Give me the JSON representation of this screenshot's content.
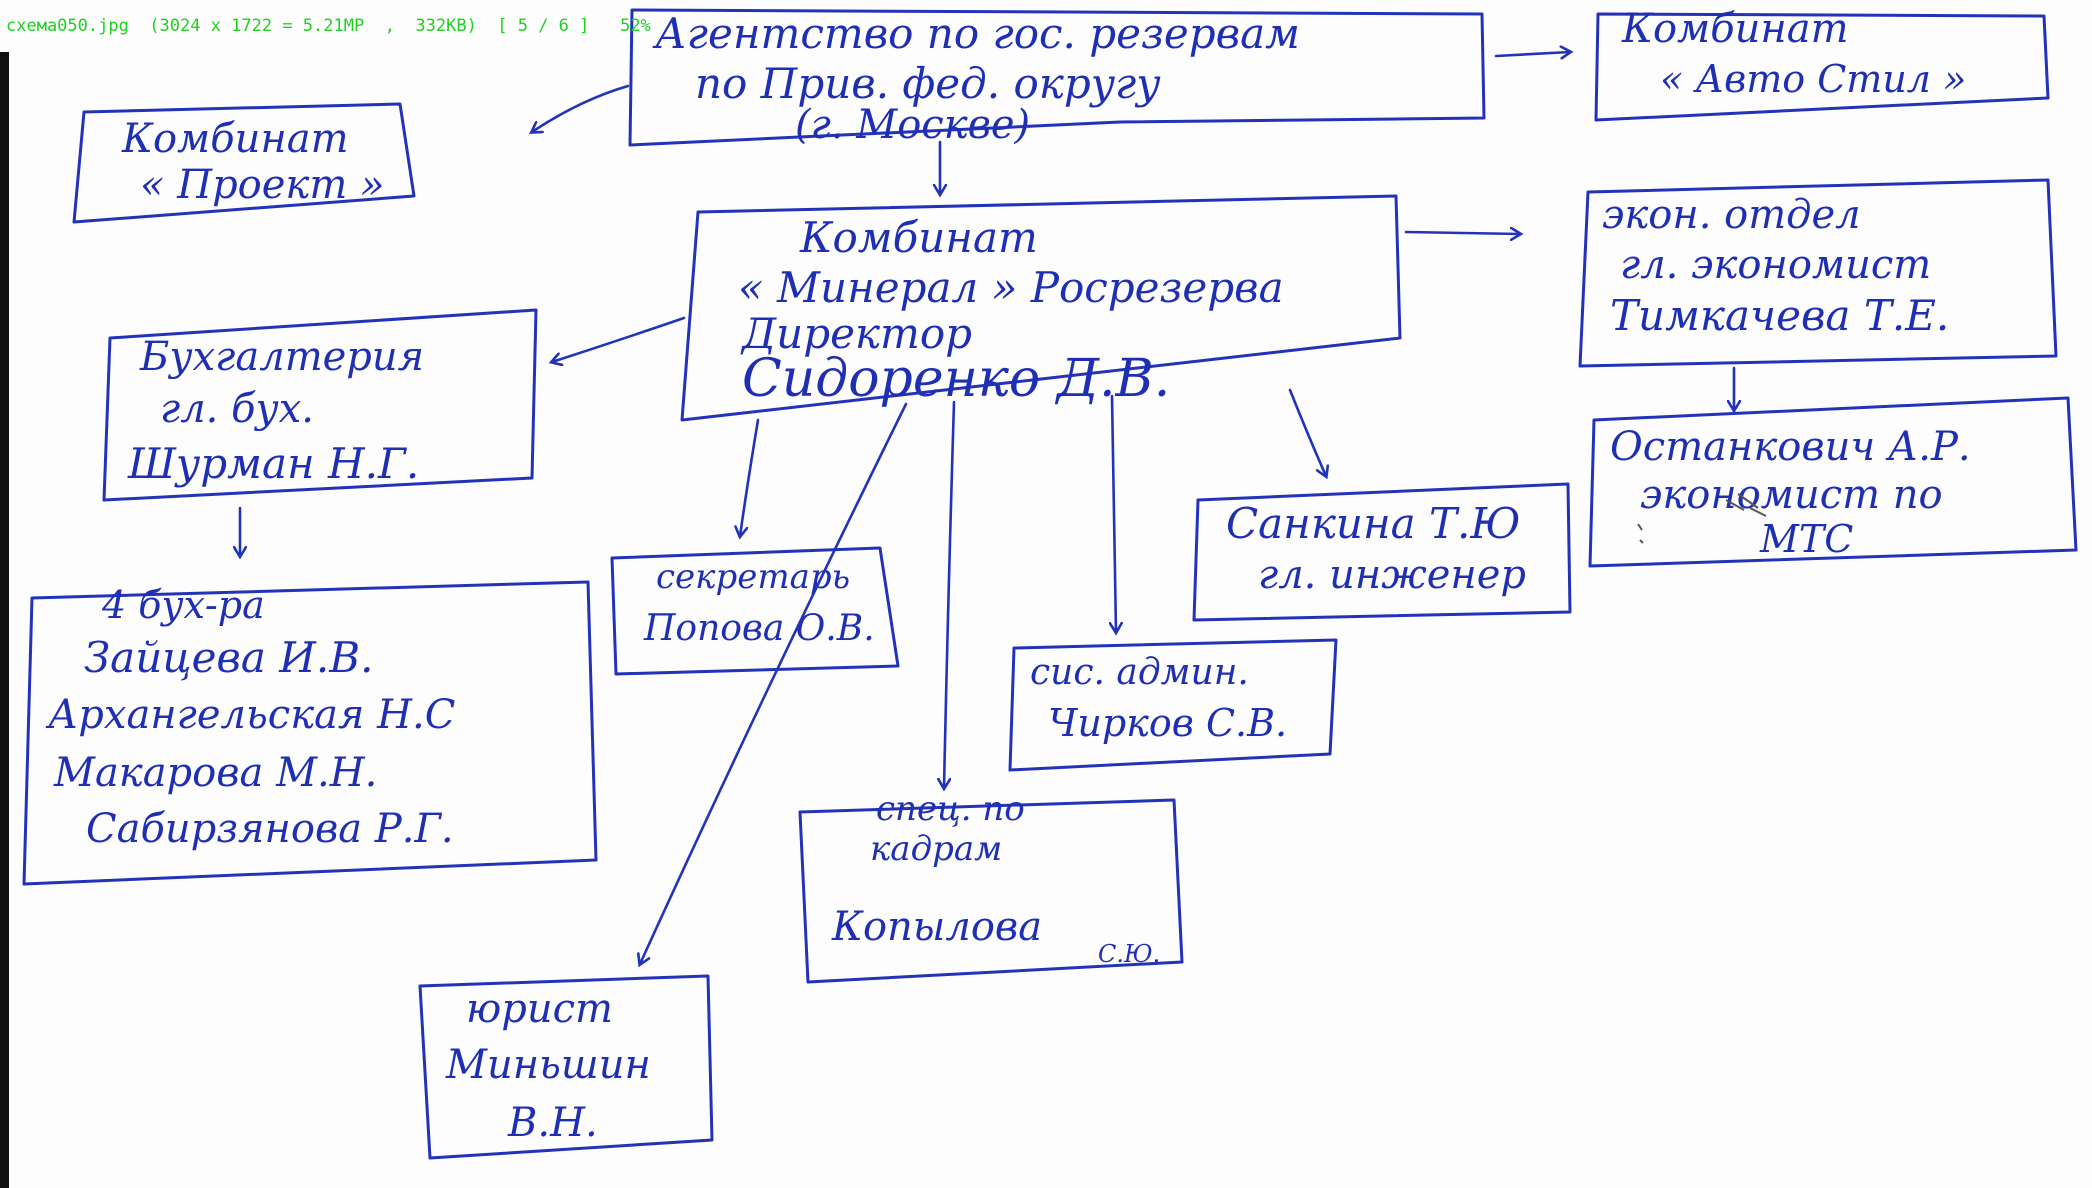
{
  "viewer": {
    "status_text": "схема050.jpg  (3024 x 1722 = 5.21MP  ,  332KB)  [ 5 / 6 ]   52%",
    "status_color": "#20d020",
    "ink_color": "#2233b8"
  },
  "diagram": {
    "agency": {
      "line1": "Агентство по гос. резервам",
      "line2": "по Прив. фед. округу",
      "line3": "(г. Москве)"
    },
    "combine_auto_steel": {
      "line1": "Комбинат",
      "line2": "« Авто Стил »"
    },
    "combine_project": {
      "line1": "Комбинат",
      "line2": "« Проект »"
    },
    "main_combine": {
      "line1": "Комбинат",
      "line2": "« Минерал » Росрезерва",
      "line3": "Директор",
      "line4": "Сидоренко Д.В."
    },
    "economics_dept": {
      "line1": "экон. отдел",
      "line2": "гл. экономист",
      "line3": "Тимкачева Т.Е."
    },
    "economist_mts": {
      "line1": "Останкович А.Р.",
      "line2": "экономист по",
      "line3": "МТС"
    },
    "accounting": {
      "line1": "Бухгалтерия",
      "line2": "гл. бух.",
      "line3": "Шурман Н.Г."
    },
    "accountants": {
      "line1": "4 бух-ра",
      "line2": "Зайцева И.В.",
      "line3": "Архангельская Н.С",
      "line4": "Макарова М.Н.",
      "line5": "Сабирзянова Р.Г."
    },
    "secretary": {
      "line1": "секретарь",
      "line2": "Попова О.В."
    },
    "chief_engineer": {
      "line1": "Санкина Т.Ю",
      "line2": "гл. инженер"
    },
    "sysadmin": {
      "line1": "сис. админ.",
      "line2": "Чирков С.В."
    },
    "hr_specialist": {
      "line1": "спец. по",
      "line2": "кадрам",
      "line3": "Копылова",
      "line4": "С.Ю."
    },
    "lawyer": {
      "line1": "юрист",
      "line2": "Миньшин",
      "line3": "В.Н."
    }
  }
}
